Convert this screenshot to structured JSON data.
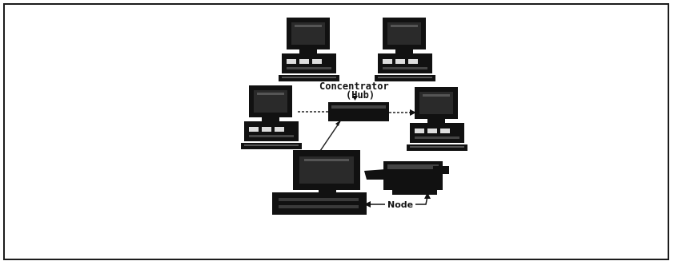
{
  "diagram": {
    "labels": {
      "concentrator": "Concentrator",
      "hub": "(Hub)",
      "node": "Node"
    },
    "colors": {
      "ink": "#111111",
      "background": "#ffffff"
    }
  }
}
